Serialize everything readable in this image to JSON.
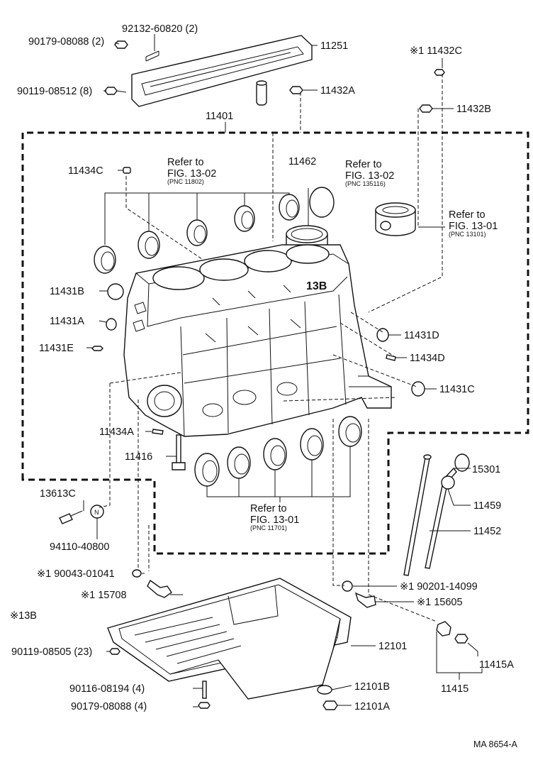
{
  "labels": {
    "p92132": "92132-60820 (2)",
    "p90179a": "90179-08088 (2)",
    "p11251": "11251",
    "p90119a": "90119-08512 (8)",
    "p11432A": "11432A",
    "p11432C": "※1 11432C",
    "p11432B": "11432B",
    "p11401": "11401",
    "p11434C": "11434C",
    "p11462": "11462",
    "p11431B": "11431B",
    "p11431A": "11431A",
    "p11431E": "11431E",
    "p11431D": "11431D",
    "p11434D": "11434D",
    "p11431C": "11431C",
    "p11434A": "11434A",
    "p11416": "11416",
    "p15301": "15301",
    "p13613C": "13613C",
    "p11459": "11459",
    "p11452": "11452",
    "p94110": "94110-40800",
    "p90043": "※1 90043-01041",
    "p90201": "※1 90201-14099",
    "p15708": "※1 15708",
    "p15605": "※1 15605",
    "p13B": "※13B",
    "p90119b": "90119-08505 (23)",
    "p12101": "12101",
    "p11415A": "11415A",
    "p90116": "90116-08194 (4)",
    "p12101B": "12101B",
    "p11415": "11415",
    "p90179b": "90179-08088 (4)",
    "p12101A": "12101A",
    "code": "MA 8654-A"
  },
  "refs": {
    "r1": {
      "l1": "Refer to",
      "l2": "FIG. 13-02",
      "pnc": "(PNC 11802)"
    },
    "r2": {
      "l1": "Refer to",
      "l2": "FIG. 13-02",
      "pnc": "(PNC 135116)"
    },
    "r3": {
      "l1": "Refer to",
      "l2": "FIG. 13-01",
      "pnc": "(PNC 13101)"
    },
    "r4": {
      "l1": "Refer to",
      "l2": "FIG. 13-01",
      "pnc": "(PNC 11701)"
    }
  },
  "block_mark": "13B",
  "plug_mark": "N"
}
